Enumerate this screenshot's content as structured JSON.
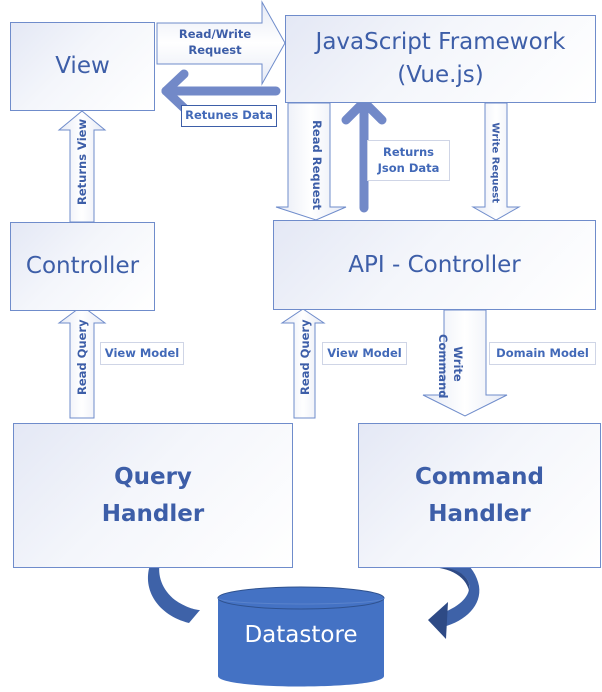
{
  "diagram": {
    "nodes": {
      "view": "View",
      "framework_line1": "JavaScript Framework",
      "framework_line2": "(Vue.js)",
      "controller": "Controller",
      "api_controller": "API - Controller",
      "query_handler_line1": "Query",
      "query_handler_line2": "Handler",
      "command_handler_line1": "Command",
      "command_handler_line2": "Handler",
      "datastore": "Datastore"
    },
    "arrows": {
      "read_write_request_line1": "Read/Write",
      "read_write_request_line2": "Request",
      "returns_data": "Retunes Data",
      "returns_view": "Returns View",
      "read_request": "Read Request",
      "returns_json_line1": "Returns",
      "returns_json_line2": "Json Data",
      "write_request": "Write Request",
      "read_query_left": "Read Query",
      "read_query_mid": "Read Query",
      "write_command_line1": "Write",
      "write_command_line2": "Command"
    },
    "tags": {
      "view_model_left": "View Model",
      "view_model_mid": "View Model",
      "domain_model": "Domain Model"
    },
    "colors": {
      "accent": "#4472c4",
      "thick_arrow": "#7289c8",
      "text": "#3d5ea8",
      "border": "#6f8ccb",
      "curved_arrow": "#3e62a8",
      "curved_arrow_dark": "#2e4a85"
    }
  }
}
